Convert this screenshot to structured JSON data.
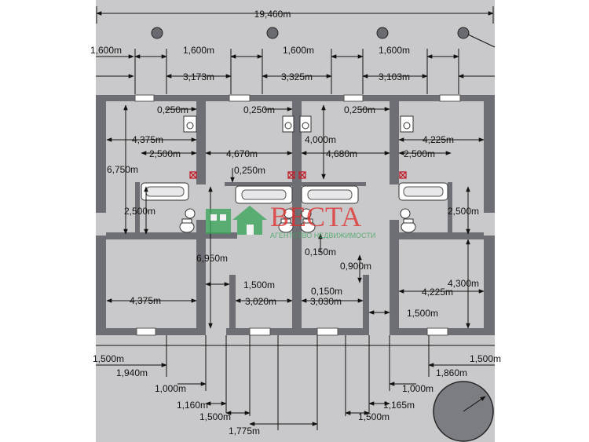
{
  "colors": {
    "page_bg": "#ffffff",
    "paper": "#c9c9cc",
    "wall": "#6e6f74",
    "window": "#ffffff",
    "dimension_line": "#111111",
    "watermark_red": "#e0302e",
    "watermark_green": "#3aa55a",
    "marker_red": "#c0202a"
  },
  "watermark": {
    "title": "ВЕСТА",
    "subtitle": "АГЕНТСТВО НЕДВИЖИМОСТИ"
  },
  "icons": [
    "house-logo-icon",
    "toilet-icon",
    "sink-icon",
    "bathtub-icon",
    "vent-marker-icon",
    "column-icon",
    "tree-icon",
    "dimension-arrow-icon"
  ],
  "dimensions": {
    "total_width": "19,460m",
    "top_spacing_left": "1,600m",
    "top_spacing_1": "1,600m",
    "top_spacing_2": "1,600m",
    "top_spacing_3": "1,600m",
    "opening_1": "3,173m",
    "opening_2": "3,325m",
    "opening_3": "3,103m",
    "offset_1": "0,250m",
    "offset_2": "0,250m",
    "offset_3": "0,250m",
    "unit1_width": "4,375m",
    "unit1_bath": "2,500m",
    "unit1_depth": "6,750m",
    "unit1_wet_depth": "2,500m",
    "unit1_room": "4,375m",
    "unit2_width": "4,670m",
    "unit2_offset": "0,250m",
    "unit2_depth": "6,950m",
    "unit2_hall": "1,500m",
    "unit2_room": "3,020m",
    "unit3_depth": "4,000m",
    "unit3_width": "4,680m",
    "unit3_offset_a": "0,150m",
    "unit3_door": "0,900m",
    "unit3_offset_b": "0,150m",
    "unit3_room": "3,030m",
    "unit4_width": "4,225m",
    "unit4_bath": "2,500m",
    "unit4_wet_depth": "2,500m",
    "unit4_room": "4,225m",
    "unit4_depth": "4,300m",
    "unit4_hall": "1,500m",
    "bottom_left_edge": "1,500m",
    "bottom_1": "1,940m",
    "bottom_2": "1,000m",
    "bottom_3": "1,160m",
    "bottom_4": "1,500m",
    "bottom_5": "1,775m",
    "bottom_6": "1,500m",
    "bottom_7": "1,165m",
    "bottom_8": "1,000m",
    "bottom_9": "1,860m",
    "bottom_right_edge": "1,500m"
  }
}
